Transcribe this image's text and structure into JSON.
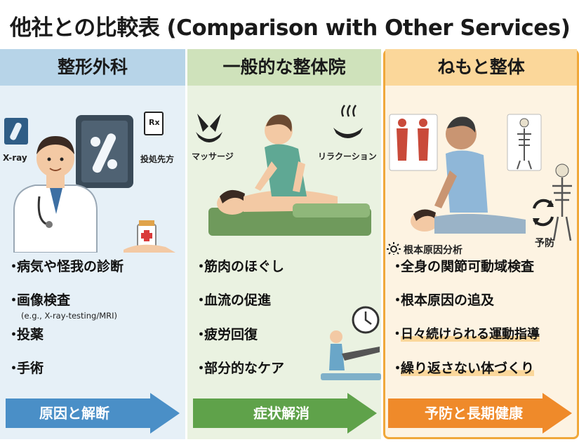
{
  "title": "他社との比較表 (Comparison with Other Services)",
  "columns": [
    {
      "header": "整形外科",
      "icon_labels": [
        "X-ray",
        "投処先方"
      ],
      "bullets": [
        "病気や怪我の診断",
        "画像検査",
        "投薬",
        "手術"
      ],
      "sub_note": "(e.g., X-ray-testing/MRI)",
      "arrow_label": "原因と解断",
      "colors": {
        "bg": "#e6f0f7",
        "header": "#b7d4e8",
        "arrow": "#4a8fc7"
      }
    },
    {
      "header": "一般的な整体院",
      "icon_labels": [
        "マッサージ",
        "リラクーション"
      ],
      "bullets": [
        "筋肉のほぐし",
        "血流の促進",
        "疲労回復",
        "部分的なケア"
      ],
      "arrow_label": "症状解消",
      "colors": {
        "bg": "#eaf2e1",
        "header": "#cfe2bb",
        "arrow": "#5fa24a"
      }
    },
    {
      "header": "ねもと整体",
      "icon_labels": [
        "根本原因分析",
        "予防"
      ],
      "bullets": [
        "全身の関節可動域検査",
        "根本原因の追及",
        "日々続けられる運動指導",
        "繰り返さない体づくり"
      ],
      "arrow_label": "予防と長期健康",
      "colors": {
        "bg": "#fdf3e2",
        "header": "#fbd79a",
        "arrow": "#ef8a2a",
        "border": "#f0a83a"
      }
    }
  ]
}
